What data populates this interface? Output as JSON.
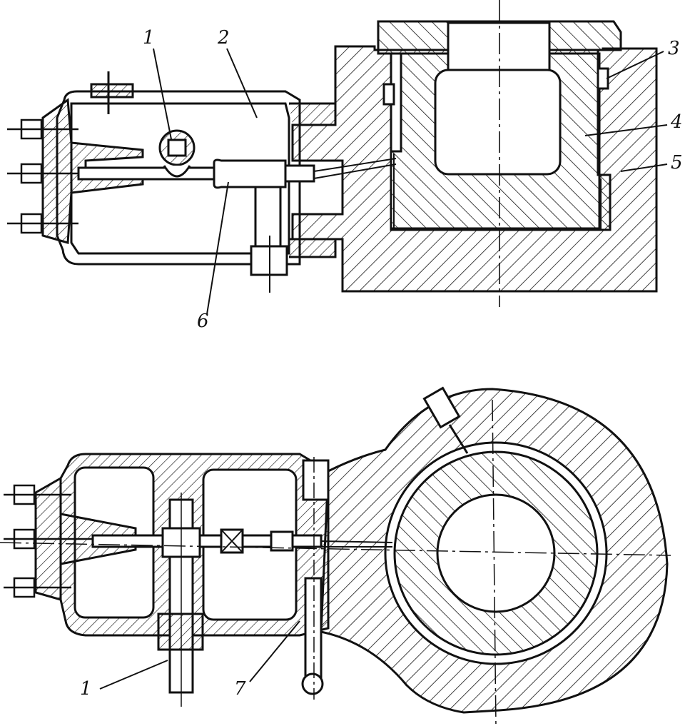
{
  "labels": {
    "top_1": "1",
    "top_2": "2",
    "top_3": "3",
    "top_4": "4",
    "top_5": "5",
    "top_6": "6",
    "bottom_1": "1",
    "bottom_7": "7"
  },
  "colors": {
    "ink": "#111111",
    "paper": "#ffffff"
  }
}
